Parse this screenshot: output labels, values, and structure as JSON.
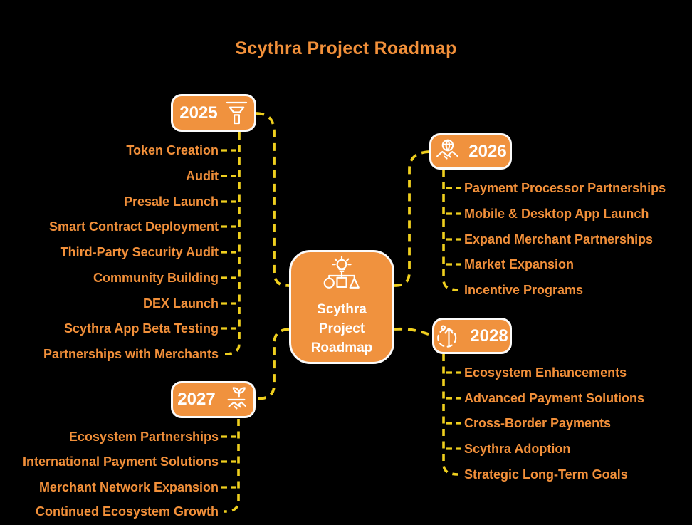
{
  "title": "Scythra Project Roadmap",
  "center": {
    "label": "Scythra Project Roadmap",
    "icon": "idea-structure-icon"
  },
  "colors": {
    "background": "#000000",
    "node_fill": "#F0923E",
    "node_text": "#FFFFFF",
    "text_orange": "#F2903A",
    "connector_yellow": "#EFCF1E"
  },
  "branches": {
    "y2025": {
      "year": "2025",
      "icon": "funnel-icon",
      "side": "left",
      "items": [
        "Token Creation",
        "Audit",
        "Presale Launch",
        "Smart Contract Deployment",
        "Third-Party Security Audit",
        "Community Building",
        "DEX Launch",
        "Scythra App Beta Testing",
        "Partnerships with Merchants"
      ]
    },
    "y2026": {
      "year": "2026",
      "icon": "handshake-globe-icon",
      "side": "right",
      "items": [
        "Payment Processor Partnerships",
        "Mobile & Desktop App Launch",
        "Expand Merchant Partnerships",
        "Market Expansion",
        "Incentive Programs"
      ]
    },
    "y2027": {
      "year": "2027",
      "icon": "growth-handshake-icon",
      "side": "left",
      "items": [
        "Ecosystem Partnerships",
        "International Payment Solutions",
        "Merchant Network Expansion",
        "Continued Ecosystem Growth"
      ]
    },
    "y2028": {
      "year": "2028",
      "icon": "journey-arrow-icon",
      "side": "right",
      "items": [
        "Ecosystem Enhancements",
        "Advanced Payment Solutions",
        "Cross-Border Payments",
        "Scythra Adoption",
        "Strategic Long-Term Goals"
      ]
    }
  }
}
